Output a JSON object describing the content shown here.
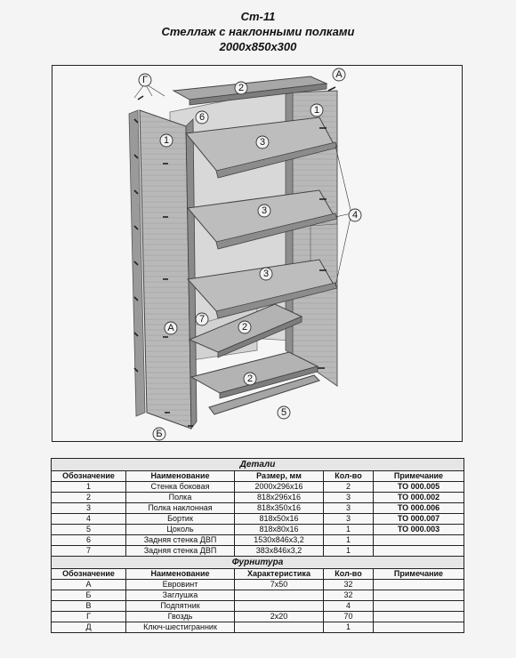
{
  "header": {
    "model": "Ст-11",
    "name": "Стеллаж с наклонными полками",
    "size": "2000х850х300"
  },
  "drawing": {
    "callouts": [
      "1",
      "1",
      "2",
      "2",
      "3",
      "3",
      "3",
      "4",
      "5",
      "6",
      "7",
      "А",
      "А",
      "Б",
      "Г"
    ]
  },
  "details": {
    "section_title": "Детали",
    "columns": [
      "Обозначение",
      "Наименование",
      "Размер, мм",
      "Кол-во",
      "Примечание"
    ],
    "rows": [
      [
        "1",
        "Стенка боковая",
        "2000х296х16",
        "2",
        "ТО 000.005"
      ],
      [
        "2",
        "Полка",
        "818х296х16",
        "3",
        "ТО 000.002"
      ],
      [
        "3",
        "Полка наклонная",
        "818х350х16",
        "3",
        "ТО 000.006"
      ],
      [
        "4",
        "Бортик",
        "818х50х16",
        "3",
        "ТО 000.007"
      ],
      [
        "5",
        "Цоколь",
        "818х80х16",
        "1",
        "ТО 000.003"
      ],
      [
        "6",
        "Задняя стенка ДВП",
        "1530х846х3,2",
        "1",
        ""
      ],
      [
        "7",
        "Задняя стенка ДВП",
        "383х846х3,2",
        "1",
        ""
      ]
    ]
  },
  "hardware": {
    "section_title": "Фурнитура",
    "columns": [
      "Обозначение",
      "Наименование",
      "Характеристика",
      "Кол-во",
      "Примечание"
    ],
    "rows": [
      [
        "А",
        "Евровинт",
        "7х50",
        "32",
        ""
      ],
      [
        "Б",
        "Заглушка",
        "",
        "32",
        ""
      ],
      [
        "В",
        "Подпятник",
        "",
        "4",
        ""
      ],
      [
        "Г",
        "Гвоздь",
        "2х20",
        "70",
        ""
      ],
      [
        "Д",
        "Ключ-шестигранник",
        "",
        "1",
        ""
      ]
    ]
  }
}
